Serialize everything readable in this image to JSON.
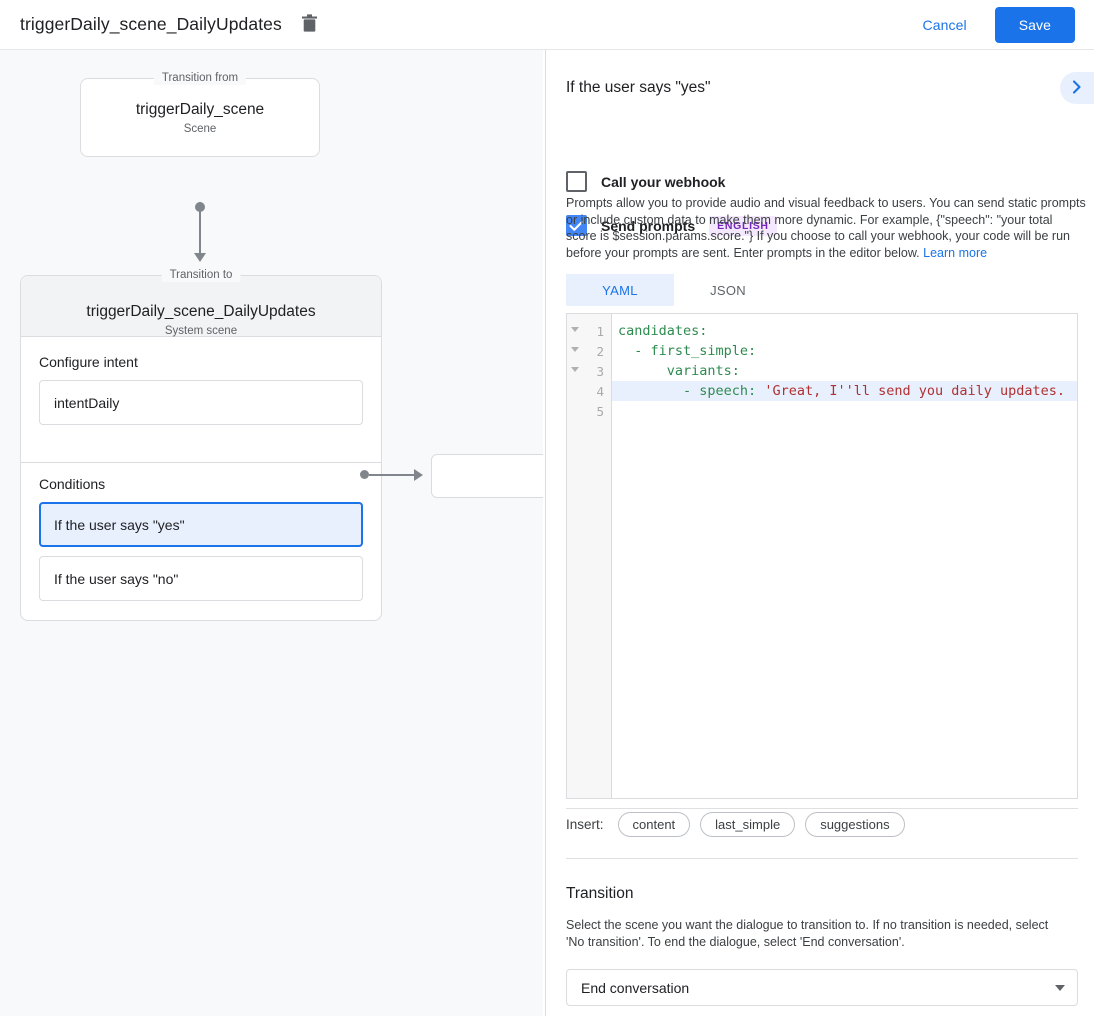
{
  "topbar": {
    "title": "triggerDaily_scene_DailyUpdates",
    "delete_icon": "trash-icon",
    "cancel_label": "Cancel",
    "save_label": "Save"
  },
  "canvas": {
    "from_node": {
      "legend": "Transition from",
      "title": "triggerDaily_scene",
      "subtitle": "Scene"
    },
    "to_node": {
      "legend": "Transition to",
      "title": "triggerDaily_scene_DailyUpdates",
      "subtitle": "System scene",
      "intent_section_label": "Configure intent",
      "intent_value": "intentDaily",
      "conditions_section_label": "Conditions",
      "conditions": [
        {
          "label": "If the user says \"yes\"",
          "selected": true
        },
        {
          "label": "If the user says \"no\"",
          "selected": false
        }
      ]
    },
    "target_node": {
      "label": ""
    }
  },
  "panel": {
    "title": "If the user says \"yes\"",
    "expand_icon": "chevron-right-icon",
    "webhook": {
      "label": "Call your webhook",
      "checked": false
    },
    "prompts": {
      "label": "Send prompts",
      "checked": true,
      "language_badge": "ENGLISH",
      "description": "Prompts allow you to provide audio and visual feedback to users. You can send static prompts or include custom data to make them more dynamic. For example, {\"speech\": \"your total score is $session.params.score.\"} If you choose to call your webhook, your code will be run before your prompts are sent. Enter prompts in the editor below. ",
      "learn_more_label": "Learn more"
    },
    "editor_tabs": [
      {
        "label": "YAML",
        "active": true
      },
      {
        "label": "JSON",
        "active": false
      }
    ],
    "editor": {
      "language": "yaml",
      "highlighted_line": 4,
      "lines": [
        {
          "number": "1",
          "foldable": true,
          "text": "candidates:"
        },
        {
          "number": "2",
          "foldable": true,
          "text": "  - first_simple:"
        },
        {
          "number": "3",
          "foldable": true,
          "text": "      variants:"
        },
        {
          "number": "4",
          "foldable": false,
          "text": "        - speech: 'Great, I''ll send you daily updates."
        },
        {
          "number": "5",
          "foldable": false,
          "text": ""
        }
      ]
    },
    "insert": {
      "label": "Insert:",
      "chips": [
        "content",
        "last_simple",
        "suggestions"
      ]
    },
    "transition": {
      "title": "Transition",
      "description": "Select the scene you want the dialogue to transition to. If no transition is needed, select 'No transition'. To end the dialogue, select 'End conversation'.",
      "selected_value": "End conversation"
    }
  },
  "colors": {
    "accent": "#1a73e8",
    "checkbox_checked": "#4285f4",
    "badge_bg": "#f3e8fd",
    "badge_fg": "#7627bb",
    "canvas_bg": "#f8f9fa",
    "selected_row_bg": "#e8f0fe"
  }
}
